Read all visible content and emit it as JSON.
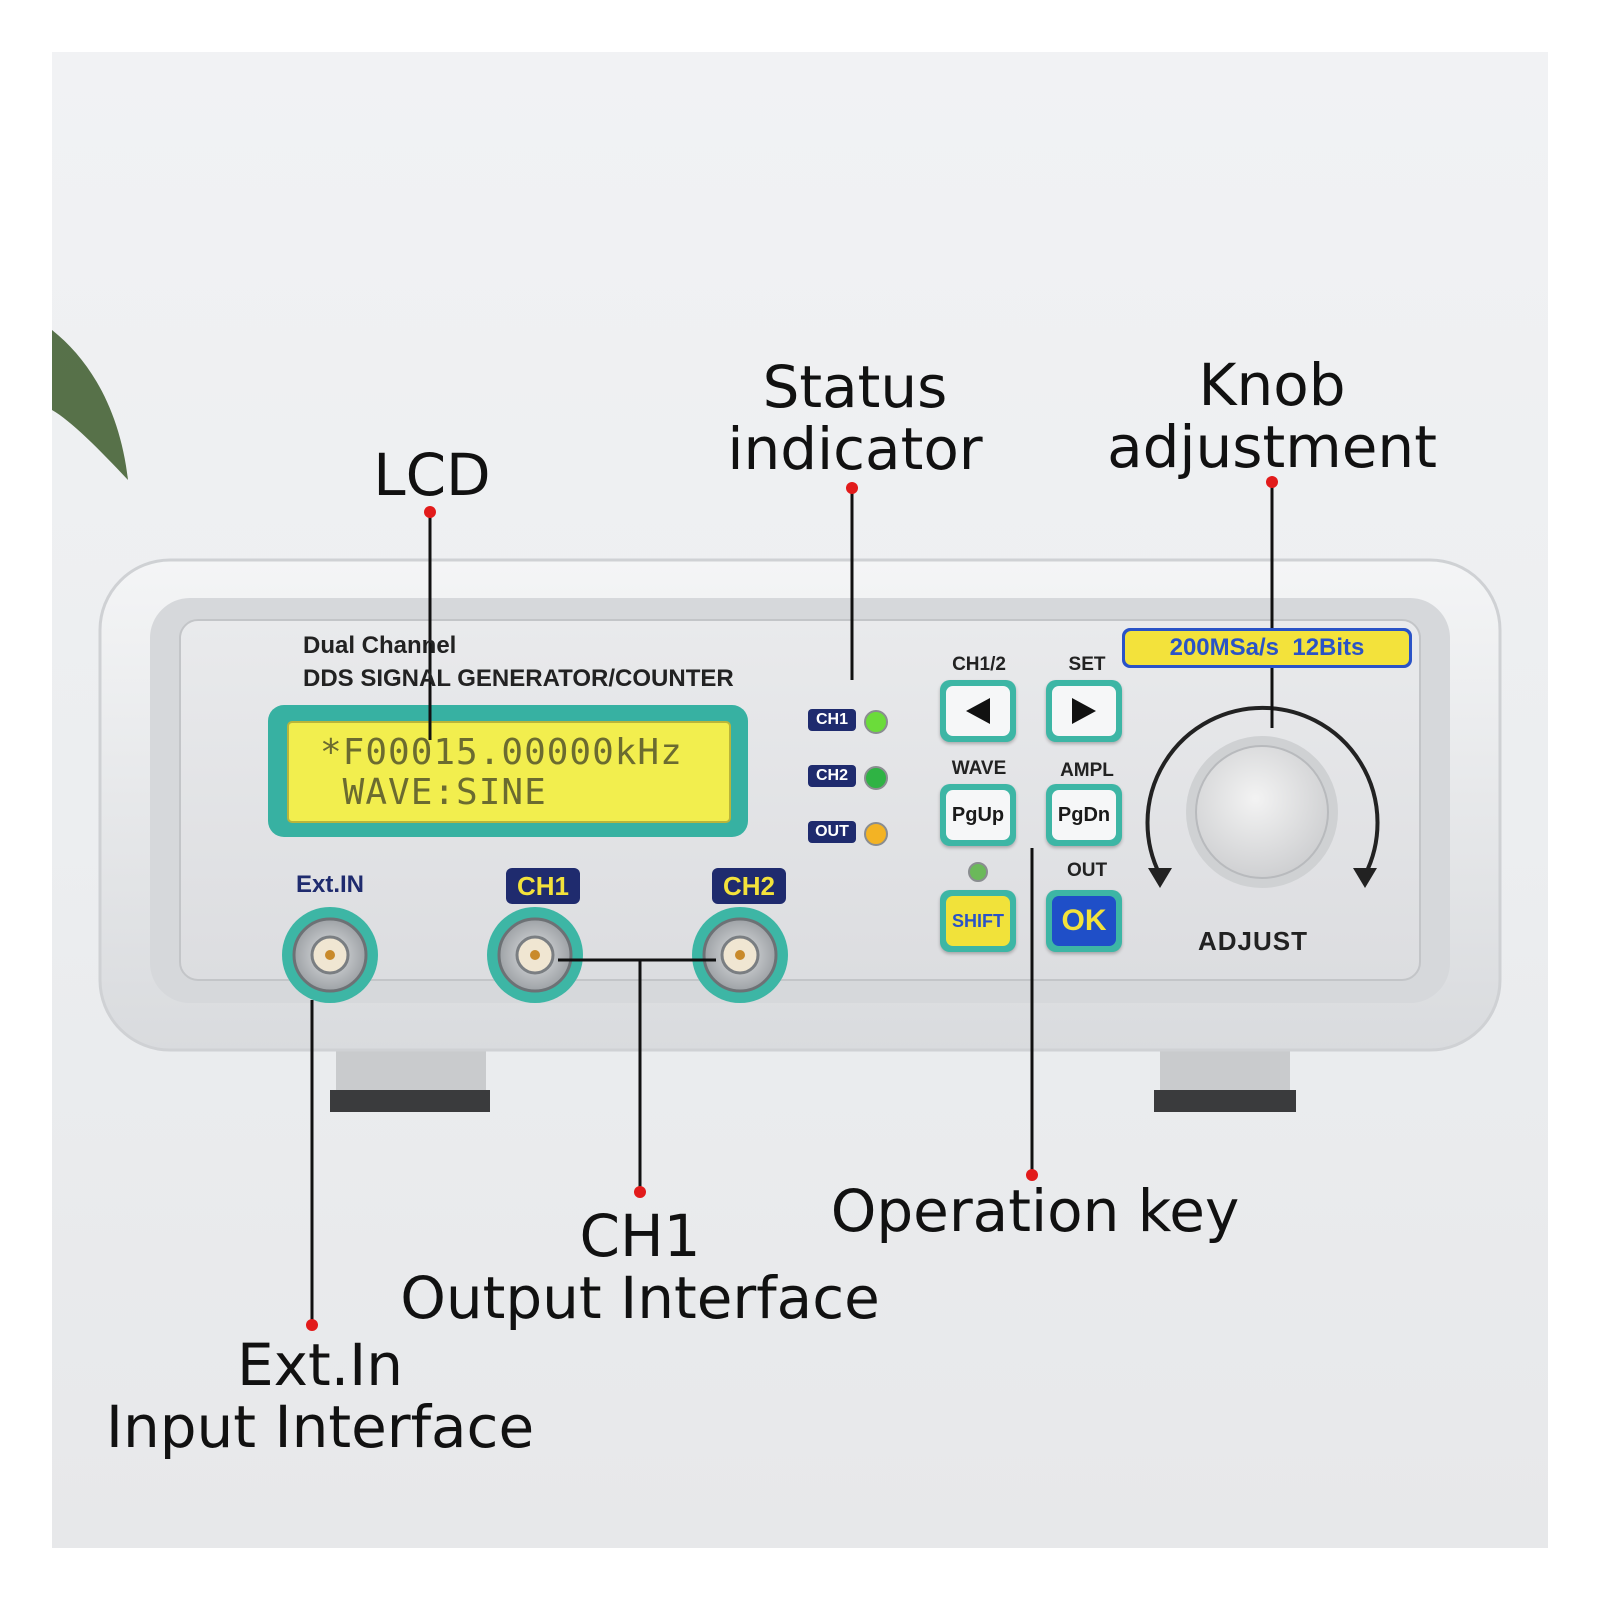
{
  "annotations": {
    "lcd": "LCD",
    "status_indicator": [
      "Status",
      "indicator"
    ],
    "knob_adjustment": [
      "Knob",
      "adjustment"
    ],
    "operation_key": "Operation key",
    "ch1_output": [
      "CH1",
      "Output Interface"
    ],
    "ext_in_input": [
      "Ext.In",
      "Input Interface"
    ]
  },
  "device": {
    "title_line1": "Dual Channel",
    "title_line2": "DDS SIGNAL GENERATOR/COUNTER",
    "spec_badge": "200MSa/s  12Bits",
    "lcd": {
      "line1": "*F00015.00000kHz",
      "line2": " WAVE:SINE"
    },
    "status_leds": [
      {
        "label": "CH1",
        "color": "#6bdc3a"
      },
      {
        "label": "CH2",
        "color": "#2fb344"
      },
      {
        "label": "OUT",
        "color": "#f3b324"
      }
    ],
    "connectors": {
      "ext_in": "Ext.IN",
      "ch1": "CH1",
      "ch2": "CH2"
    },
    "keys": {
      "ch12_label": "CH1/2",
      "set_label": "SET",
      "wave_label": "WAVE",
      "ampl_label": "AMPL",
      "out_label": "OUT",
      "pgup": "PgUp",
      "pgdn": "PgDn",
      "shift": "SHIFT",
      "ok": "OK",
      "left_icon": "left-arrow-icon",
      "right_icon": "right-arrow-icon"
    },
    "knob_label": "ADJUST",
    "colors": {
      "accent_teal": "#3db6a5",
      "lcd_backlight": "#f2ee4e",
      "badge_blue": "#1f2b6e",
      "pointer_red": "#e21b1b",
      "ok_blue": "#1f4fc8",
      "shift_yellow": "#f1e23a"
    }
  }
}
